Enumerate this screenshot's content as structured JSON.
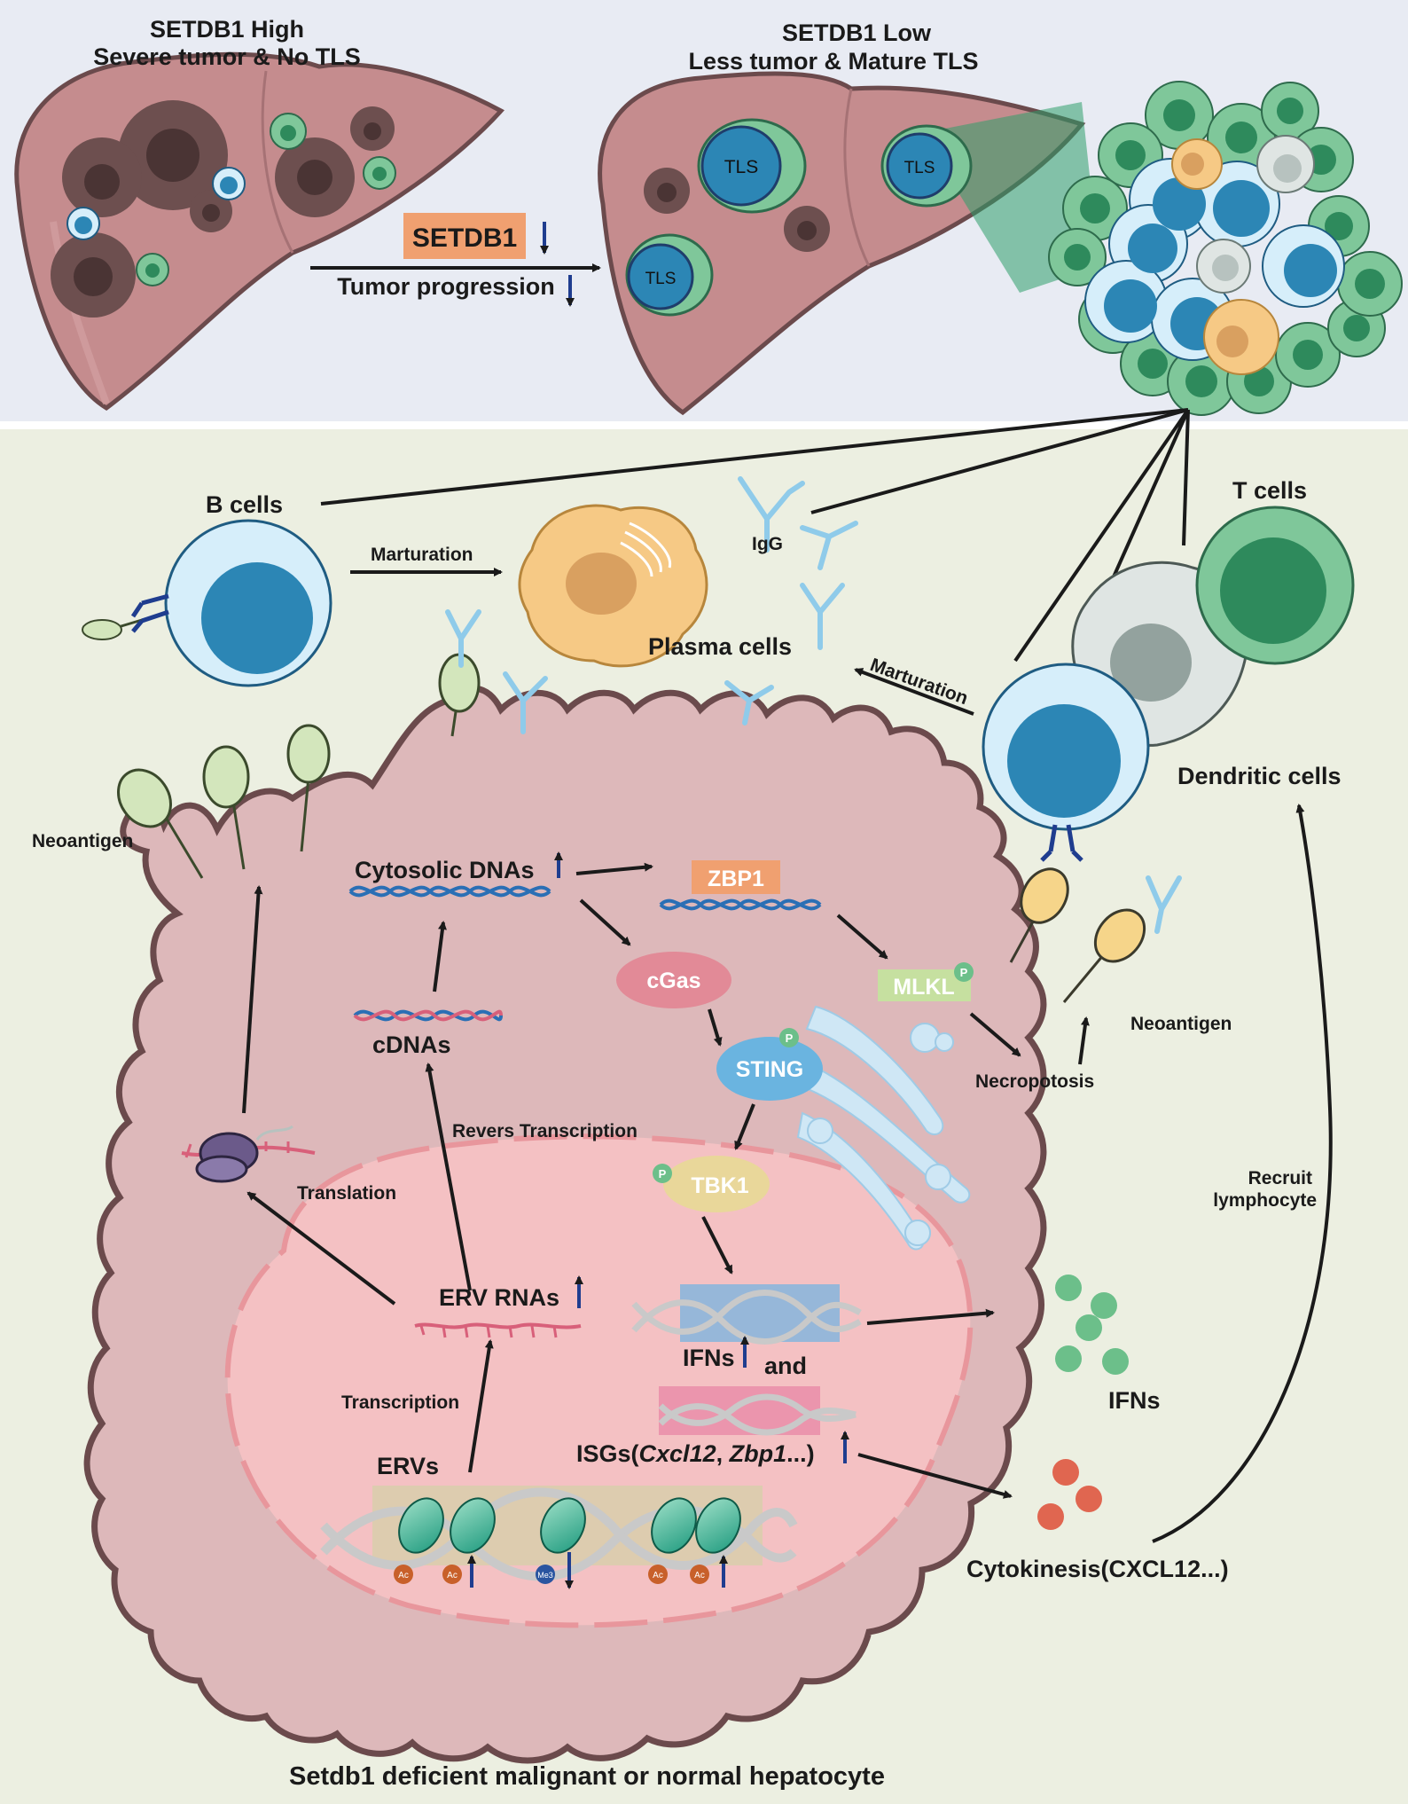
{
  "top": {
    "left_title_1": "SETDB1 High",
    "left_title_2": "Severe tumor & No TLS",
    "right_title_1": "SETDB1 Low",
    "right_title_2": "Less tumor & Mature TLS",
    "setdb1_box": "SETDB1",
    "progression": "Tumor progression",
    "tls": "TLS",
    "colors": {
      "panel_bg": "#e8ebf3",
      "liver": "#c58c8e",
      "tumor": "#6d4f4f",
      "tls_green": "#6cbf8a",
      "tls_blue": "#2c86b5",
      "arrow_blue": "#1f3d8f"
    }
  },
  "cells": {
    "b_cells": "B cells",
    "t_cells": "T cells",
    "plasma_cells": "Plasma cells",
    "dendritic_cells": "Dendritic cells",
    "igg": "IgG",
    "maturation_1": "Marturation",
    "maturation_2": "Marturation"
  },
  "pathway": {
    "neoantigen_left": "Neoantigen",
    "neoantigen_right": "Neoantigen",
    "cytosolic_dnas": "Cytosolic DNAs",
    "zbp1": "ZBP1",
    "cgas": "cGas",
    "mlkl": "MLKL",
    "sting": "STING",
    "tbk1": "TBK1",
    "p": "P",
    "necropotosis": "Necropotosis",
    "cdnas": "cDNAs",
    "revers_transcription": "Revers Transcription",
    "translation": "Translation",
    "erv_rnas": "ERV RNAs",
    "ifns_gene": "IFNs",
    "and": "and",
    "isgs_prefix": "ISGs(",
    "isgs_gene1": "Cxcl12",
    "isgs_sep": ", ",
    "isgs_gene2": "Zbp1",
    "isgs_suffix": "...)",
    "transcription": "Transcription",
    "ervs": "ERVs",
    "ac": "Ac",
    "me3": "Me3",
    "ifns_out": "IFNs",
    "recruit_1": "Recruit",
    "recruit_2": "lymphocyte",
    "cytokinesis": "Cytokinesis(CXCL12...)",
    "bottom_title": "Setdb1 deficient malignant or normal hepatocyte",
    "colors": {
      "cell_bg": "#ddb8ba",
      "cell_border": "#6b4a4c",
      "nucleus": "#f4c1c3",
      "zbp1_box": "#f0a070",
      "mlkl_box": "#c6e0a0",
      "cgas": "#e28a97",
      "sting": "#6ab4e0",
      "tbk1": "#e9d79a",
      "ifn_dot": "#6cbf8a",
      "cytokine_dot": "#e06650"
    }
  }
}
